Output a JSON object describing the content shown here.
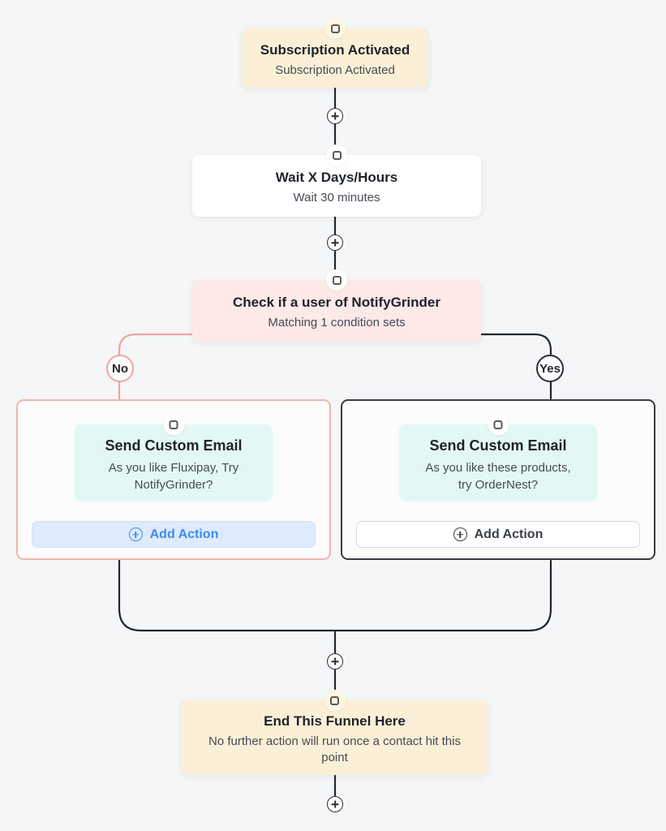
{
  "colors": {
    "page_background": "#f5f6f7",
    "wire_dark": "#24272c",
    "wire_pink": "#efa49e",
    "trigger_bg": "#fbf0d7",
    "wait_bg": "#ffffff",
    "condition_bg": "#fce9e8",
    "email_box_bg": "#e3f8f4",
    "end_bg": "#fbf0d7",
    "card_no_border": "#f4b4ae",
    "card_yes_border": "#383c42",
    "action_primary_bg": "#ddebfb",
    "action_primary_text": "#3e8bef",
    "action_secondary_text": "#3a3f47"
  },
  "icons": {
    "node_badge": "square-outline-icon",
    "wire_button": "plus-circle-icon",
    "action_button": "plus-circle-icon"
  },
  "flow": {
    "trigger": {
      "title": "Subscription Activated",
      "subtitle": "Subscription Activated"
    },
    "wait": {
      "title": "Wait X Days/Hours",
      "subtitle": "Wait 30 minutes"
    },
    "condition": {
      "title": "Check if a user of NotifyGrinder",
      "subtitle": "Matching 1 condition sets"
    },
    "branches": {
      "no_label": "No",
      "yes_label": "Yes"
    },
    "email_no": {
      "title": "Send Custom Email",
      "subtitle": "As you like Fluxipay, Try\nNotifyGrinder?",
      "action": "Add Action"
    },
    "email_yes": {
      "title": "Send Custom Email",
      "subtitle": "As you like these products,\ntry OrderNest?",
      "action": "Add Action"
    },
    "end": {
      "title": "End This Funnel Here",
      "subtitle": "No further action will run once a contact hit this\npoint"
    }
  }
}
